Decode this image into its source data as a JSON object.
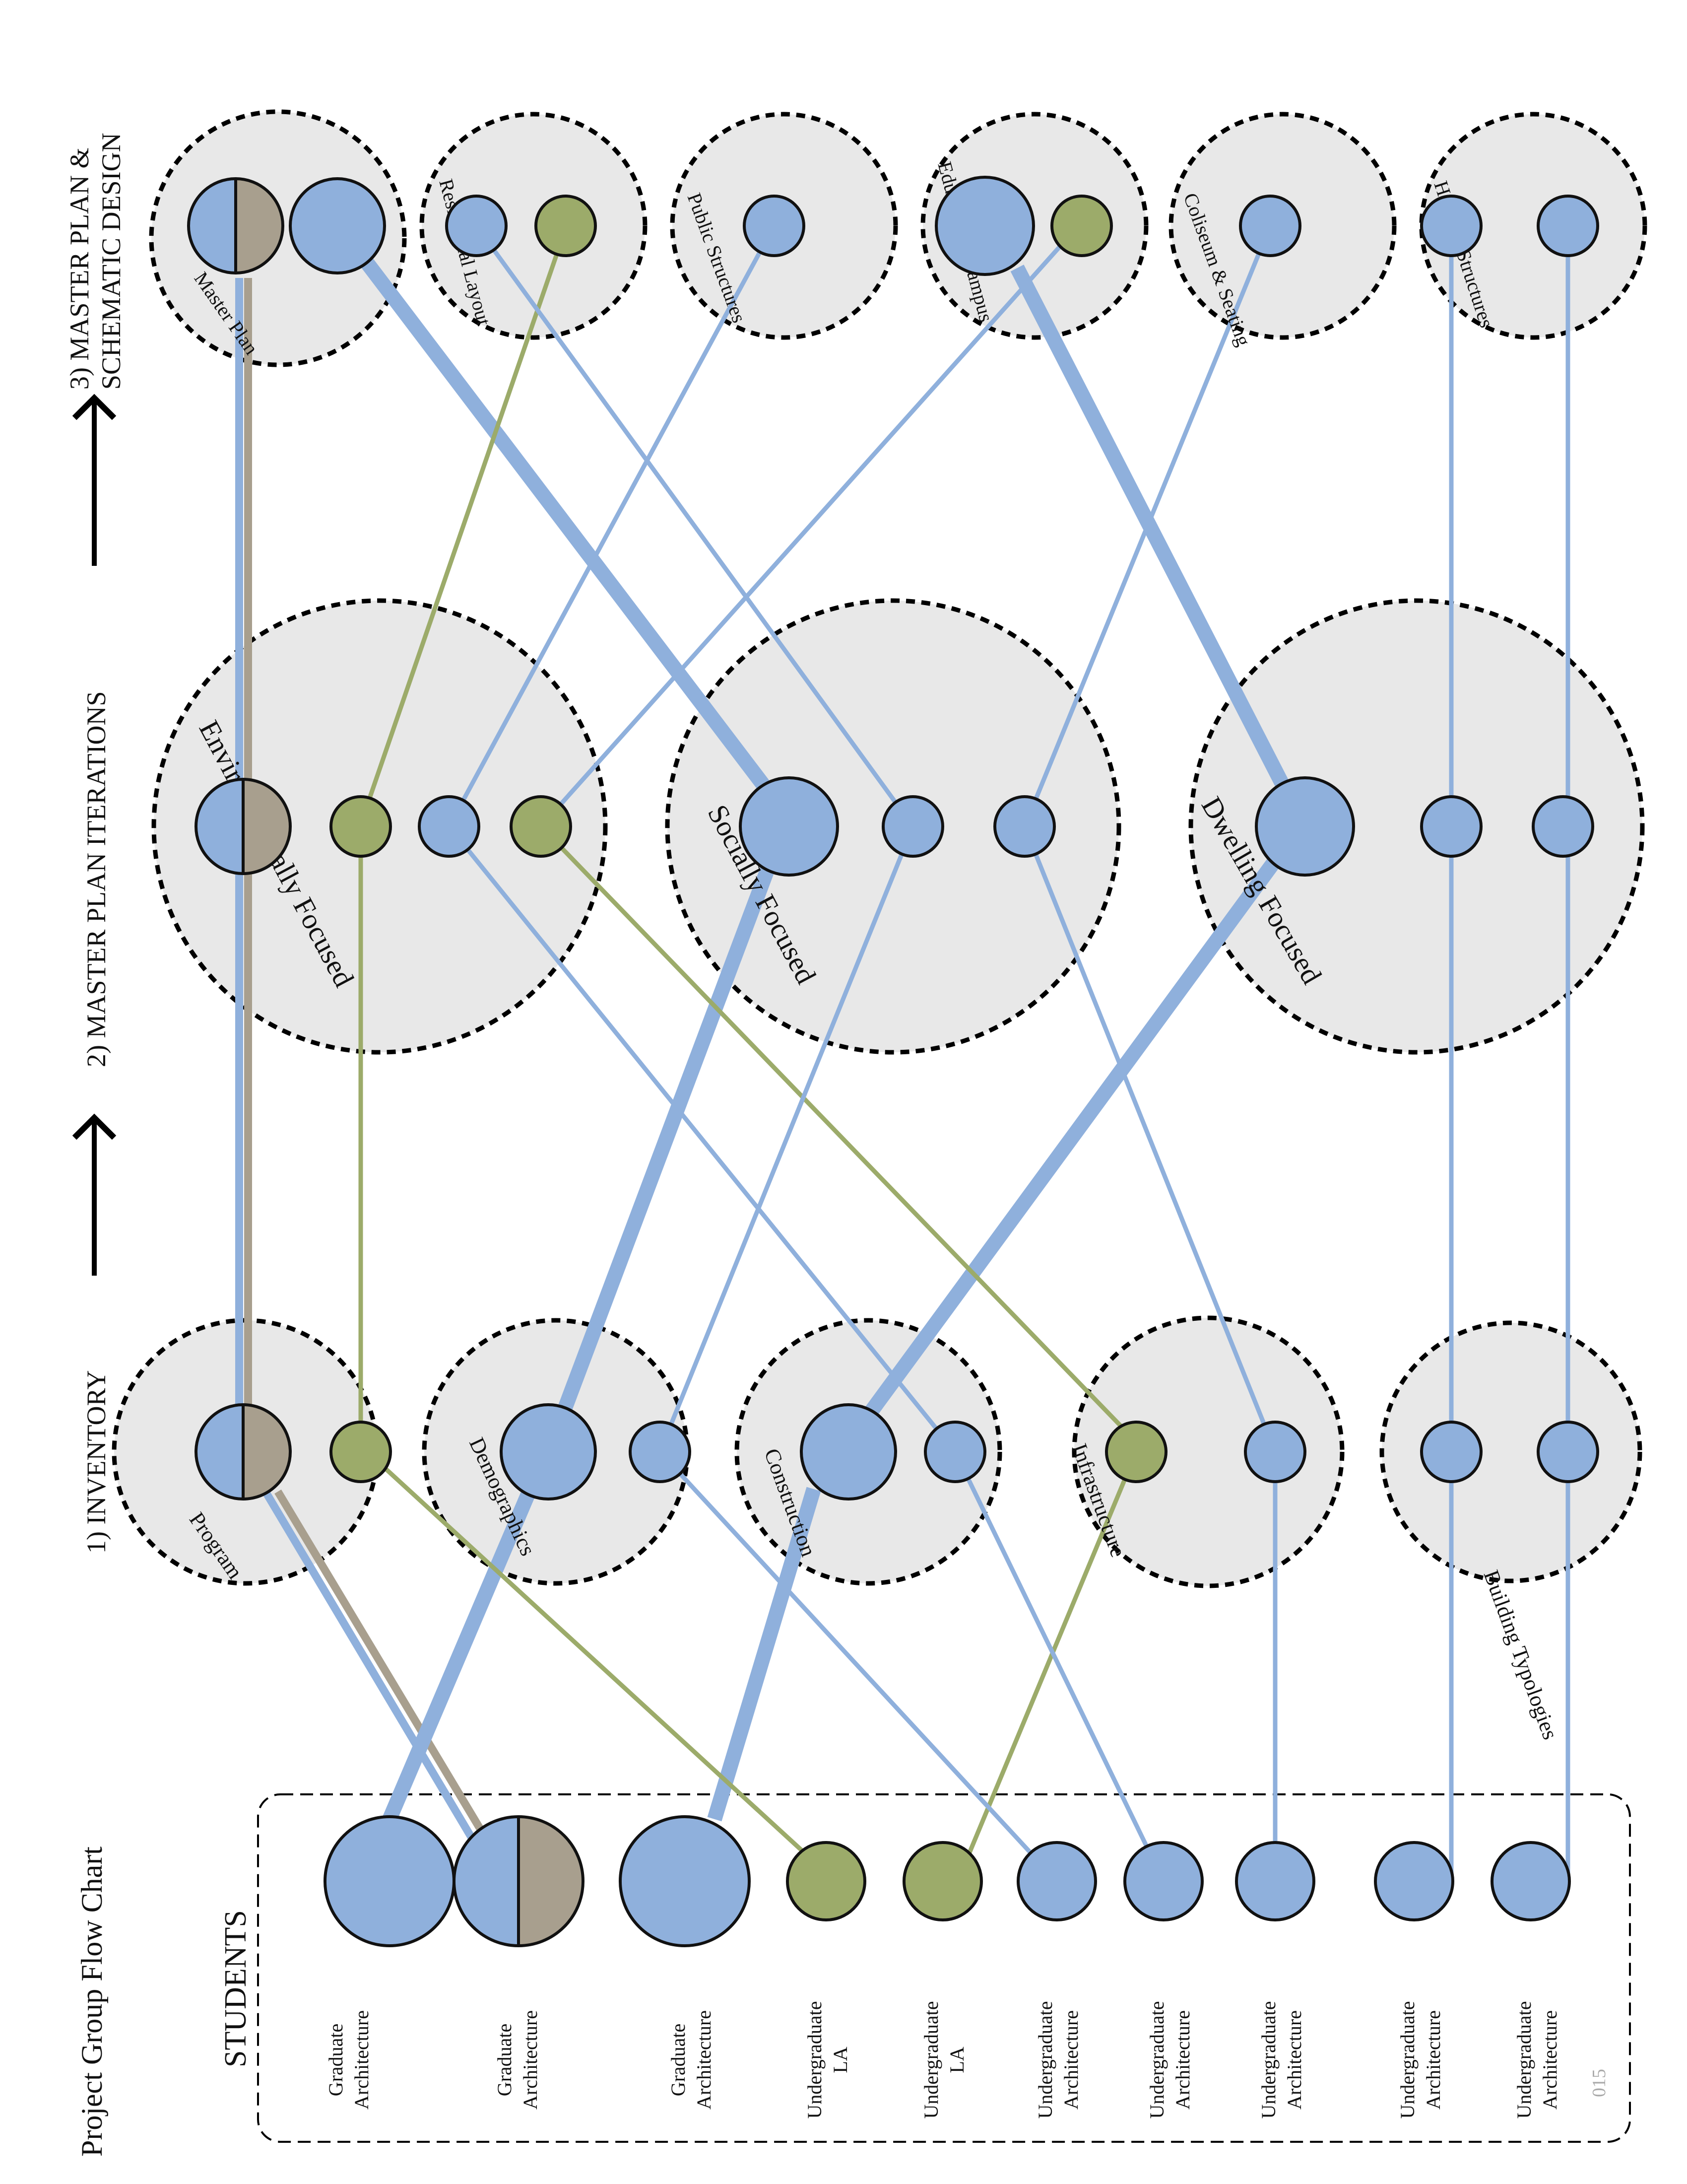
{
  "colors": {
    "blue": "#8fb0dc",
    "green": "#9cab6a",
    "tan": "#a89f8e",
    "cluster_fill": "#e8e8e8",
    "dash_stroke": "#000000"
  },
  "title": "Project Group Flow Chart",
  "stage_headers": {
    "inventory": "1) INVENTORY",
    "iterations": "2) MASTER PLAN ITERATIONS",
    "schematic_line1": "3) MASTER PLAN &",
    "schematic_line2": "SCHEMATIC DESIGN"
  },
  "students_label": "STUDENTS",
  "page_number": "015",
  "students": [
    {
      "id": "s1",
      "line1": "Graduate",
      "line2": "Architecture",
      "type": "blue-large"
    },
    {
      "id": "s2",
      "line1": "Graduate",
      "line2": "Architecture",
      "type": "blue-tan-large"
    },
    {
      "id": "s3",
      "line1": "Graduate",
      "line2": "Architecture",
      "type": "blue-large"
    },
    {
      "id": "s4",
      "line1": "Undergraduate",
      "line2": "LA",
      "type": "green"
    },
    {
      "id": "s5",
      "line1": "Undergraduate",
      "line2": "LA",
      "type": "green"
    },
    {
      "id": "s6",
      "line1": "Undergraduate",
      "line2": "Architecture",
      "type": "blue"
    },
    {
      "id": "s7",
      "line1": "Undergraduate",
      "line2": "Architecture",
      "type": "blue"
    },
    {
      "id": "s8",
      "line1": "Undergraduate",
      "line2": "Architecture",
      "type": "blue"
    },
    {
      "id": "s9",
      "line1": "Undergraduate",
      "line2": "Architecture",
      "type": "blue"
    },
    {
      "id": "s10",
      "line1": "Undergraduate",
      "line2": "Architecture",
      "type": "blue"
    }
  ],
  "inventory_groups": [
    {
      "id": "program",
      "label": "Program"
    },
    {
      "id": "demographics",
      "label": "Demographics"
    },
    {
      "id": "construction",
      "label": "Construction"
    },
    {
      "id": "infrastructure",
      "label": "Infrastructure"
    },
    {
      "id": "building-typologies",
      "label": "Building Typologies"
    }
  ],
  "iteration_groups": [
    {
      "id": "environmentally-focused",
      "label": "Environmentally Focused"
    },
    {
      "id": "socially-focused",
      "label": "Socially Focused"
    },
    {
      "id": "dwelling-focused",
      "label": "Dwelling Focused"
    }
  ],
  "design_groups": [
    {
      "id": "master-plan",
      "label": "Master Plan"
    },
    {
      "id": "residential-layout",
      "label": "Residential Layout"
    },
    {
      "id": "public-structures",
      "label": "Public Structures"
    },
    {
      "id": "educational-campus",
      "label": "Educational Campus"
    },
    {
      "id": "coliseum-seating",
      "label": "Coliseum & Seating"
    },
    {
      "id": "housing-structures",
      "label": "Housing Structures"
    }
  ]
}
